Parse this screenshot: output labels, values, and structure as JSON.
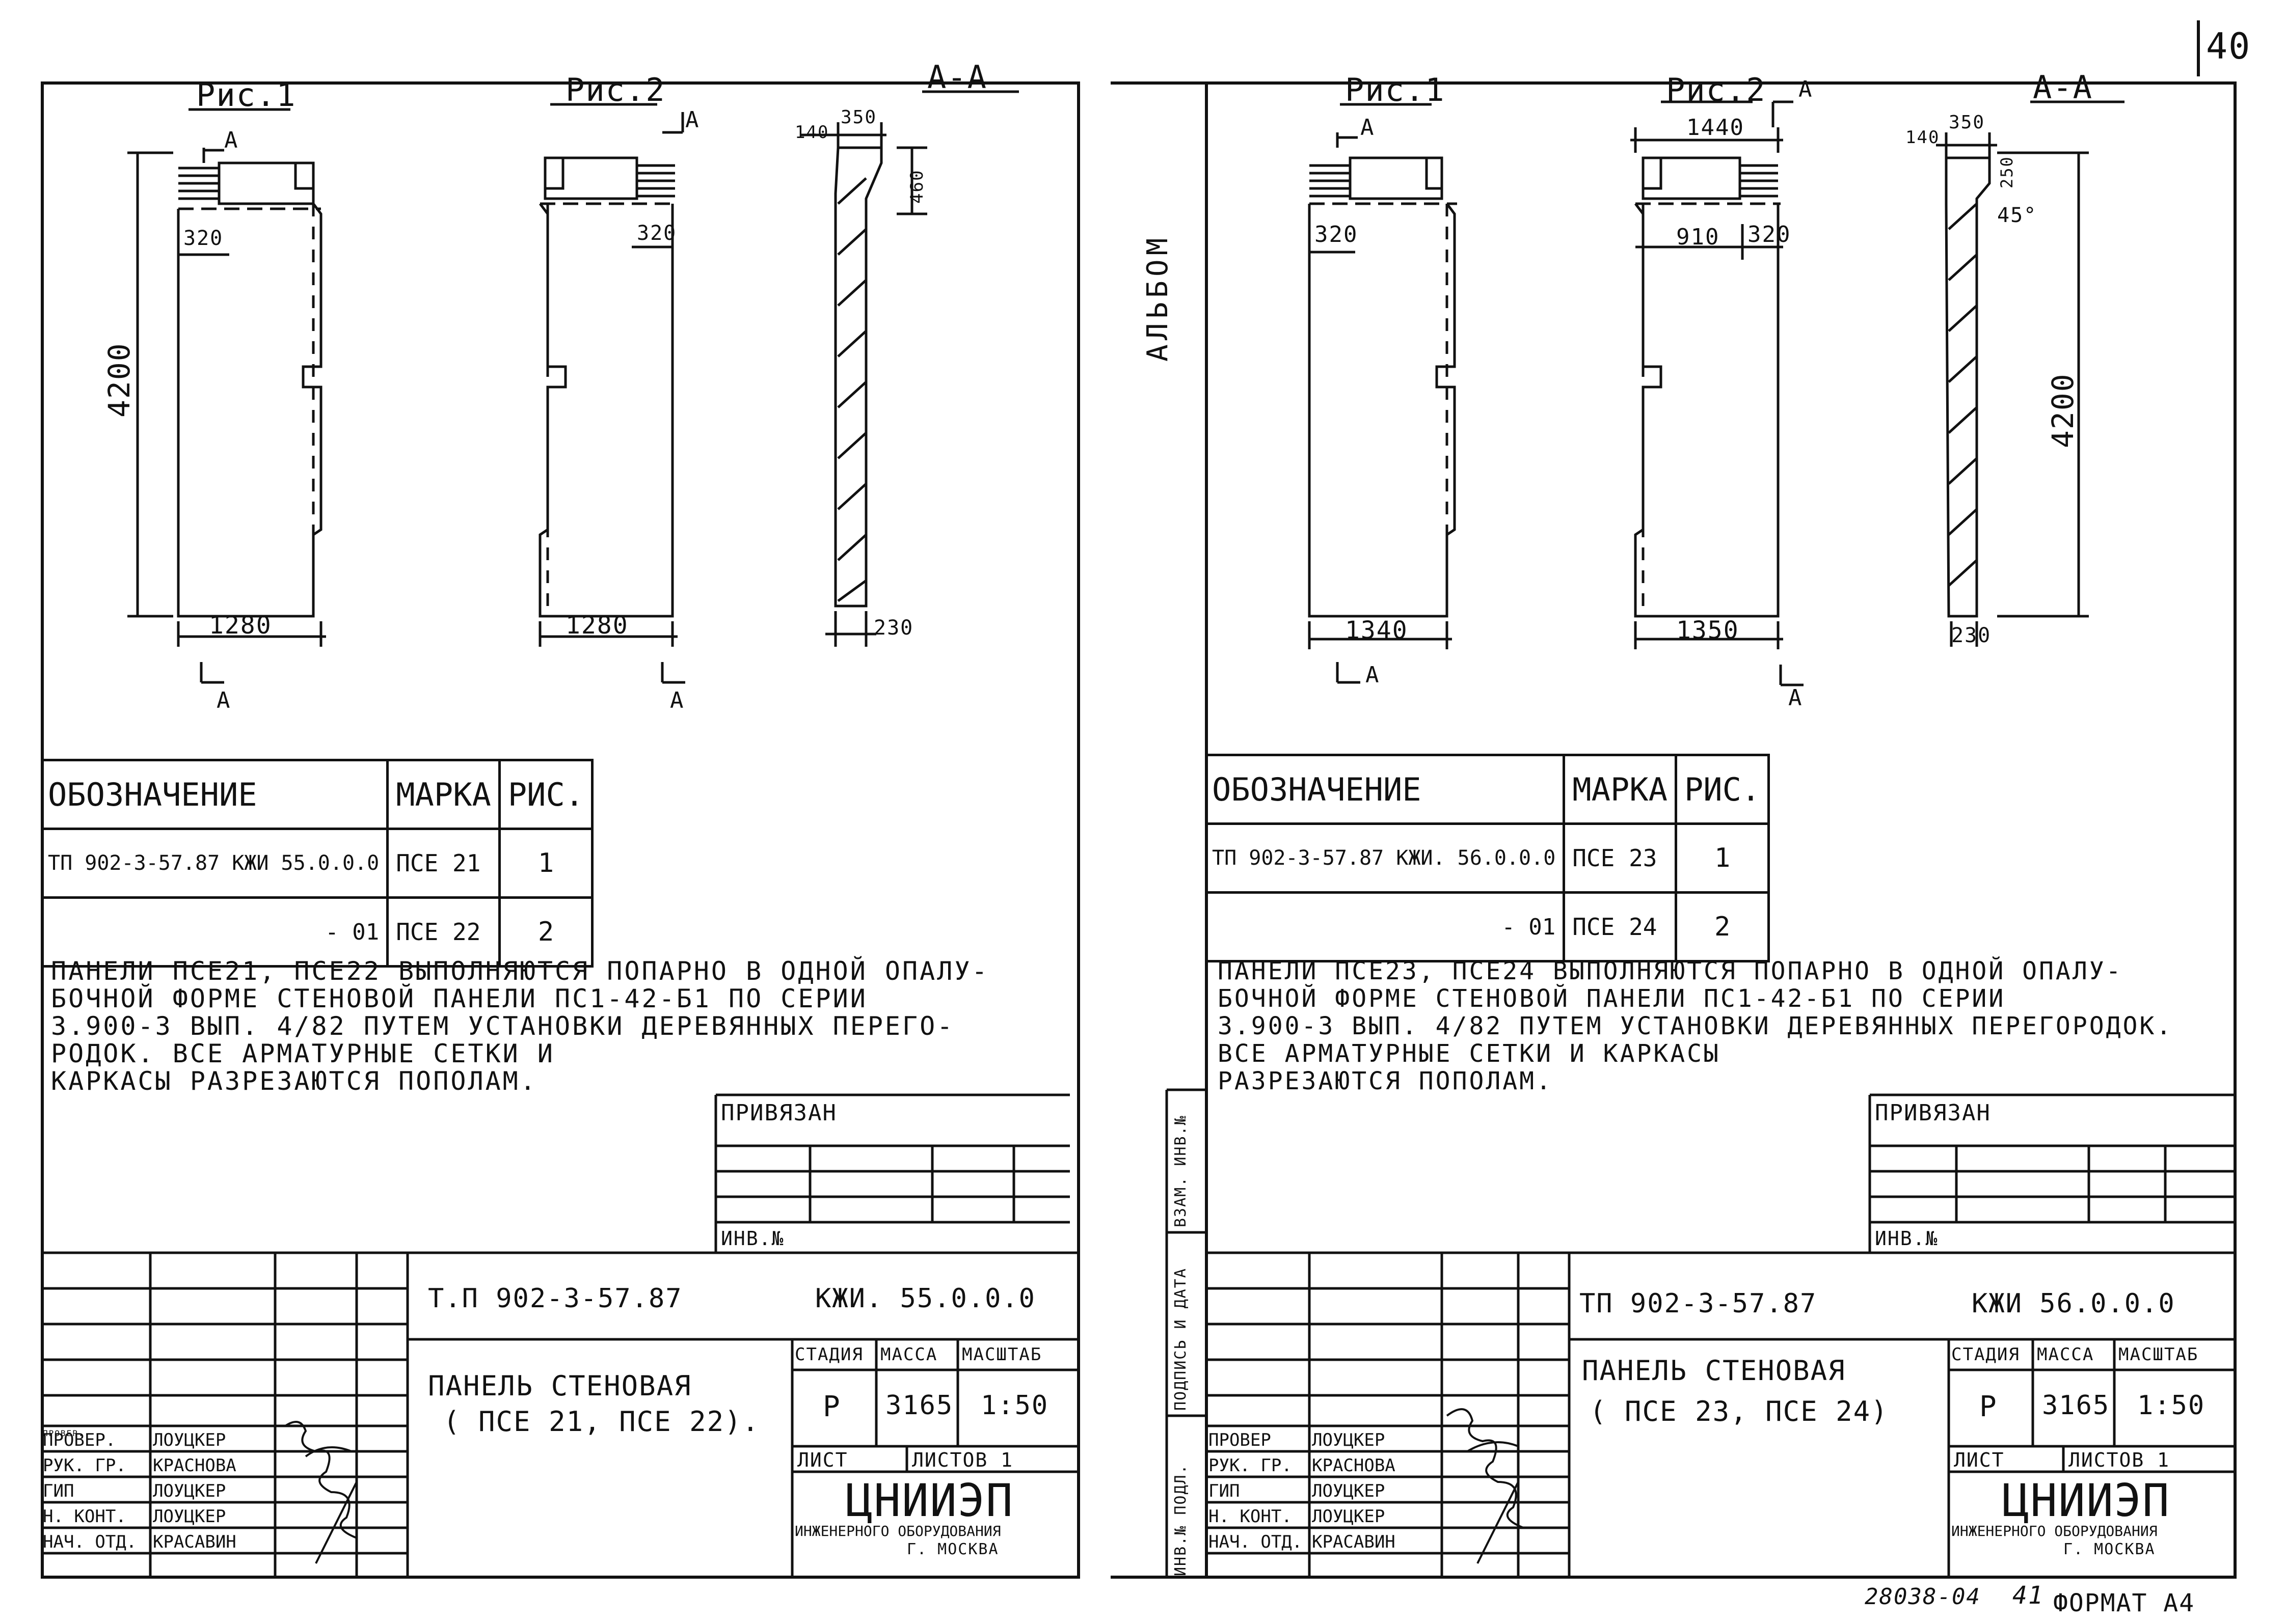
{
  "page_number": "40",
  "footer": {
    "code": "28038-04",
    "sheet_no": "41",
    "format": "ФОРМАТ А4"
  },
  "side_labels": {
    "album": "АЛЬБОМ",
    "vzam": "ВЗАМ. ИНВ.№",
    "podpis": "ПОДПИСЬ И ДАТА",
    "inv_podl": "ИНВ.№ ПОДЛ."
  },
  "left": {
    "fig1": "Рис.1",
    "fig2": "Рис.2",
    "section": "А-А",
    "dims": {
      "d320a": "320",
      "d320b": "320",
      "d4200": "4200",
      "d1280a": "1280",
      "d1280b": "1280",
      "d140": "140",
      "d350": "350",
      "d460": "460",
      "d230": "230"
    },
    "cut_labels": [
      "А",
      "А",
      "А",
      "А"
    ],
    "table": {
      "headers": [
        "ОБОЗНАЧЕНИЕ",
        "МАРКА",
        "РИС."
      ],
      "rows": [
        {
          "designation": "ТП 902-3-57.87 КЖИ 55.0.0.0",
          "mark": "ПСЕ 21",
          "fig": "1"
        },
        {
          "designation": "- 01",
          "mark": "ПСЕ 22",
          "fig": "2"
        }
      ]
    },
    "note": [
      "ПАНЕЛИ ПСЕ21, ПСЕ22 ВЫПОЛНЯЮТСЯ ПОПАРНО В ОДНОЙ ОПАЛУ-",
      "БОЧНОЙ ФОРМЕ СТЕНОВОЙ ПАНЕЛИ ПС1-42-Б1 ПО СЕРИИ",
      "3.900-3 ВЫП. 4/82 ПУТЕМ УСТАНОВКИ ДЕРЕВЯННЫХ ПЕРЕГО-",
      "РОДОК. ВСЕ АРМАТУРНЫЕ СЕТКИ И",
      "КАРКАСЫ РАЗРЕЗАЮТСЯ ПОПОЛАМ."
    ],
    "privyazan": "ПРИВЯЗАН",
    "inv_no": "ИНВ.№",
    "title_block": {
      "project": "Т.П 902-3-57.87",
      "code": "КЖИ. 55.0.0.0",
      "title_line1": "ПАНЕЛЬ СТЕНОВАЯ",
      "title_line2": "( ПСЕ 21, ПСЕ 22).",
      "stage_h": "СТАДИЯ",
      "mass_h": "МАССА",
      "scale_h": "МАСШТАБ",
      "stage": "Р",
      "mass": "3165",
      "scale": "1:50",
      "sheet": "ЛИСТ",
      "sheets": "ЛИСТОВ 1",
      "org": "ЦНИИЭП",
      "org2": "ИНЖЕНЕРНОГО ОБОРУДОВАНИЯ",
      "city": "Г. МОСКВА",
      "people": [
        {
          "role": "ПРОВЕР.",
          "name": "ЛОУЦКЕР"
        },
        {
          "role": "РУК. ГР.",
          "name": "КРАСНОВА"
        },
        {
          "role": "ГИП",
          "name": "ЛОУЦКЕР"
        },
        {
          "role": "Н. КОНТ.",
          "name": "ЛОУЦКЕР"
        },
        {
          "role": "НАЧ. ОТД.",
          "name": "КРАСАВИН"
        }
      ]
    }
  },
  "right": {
    "fig1": "Рис.1",
    "fig2": "Рис.2",
    "section": "А-А",
    "dims": {
      "d320a": "320",
      "d910": "910",
      "d320b": "320",
      "d1440": "1440",
      "d1340": "1340",
      "d1350": "1350",
      "d140": "140",
      "d350": "350",
      "d250": "250",
      "d45": "45°",
      "d4200": "4200",
      "d230": "230"
    },
    "cut_labels": [
      "А",
      "А",
      "А",
      "А"
    ],
    "table": {
      "headers": [
        "ОБОЗНАЧЕНИЕ",
        "МАРКА",
        "РИС."
      ],
      "rows": [
        {
          "designation": "ТП 902-3-57.87 КЖИ. 56.0.0.0",
          "mark": "ПСЕ 23",
          "fig": "1"
        },
        {
          "designation": "- 01",
          "mark": "ПСЕ 24",
          "fig": "2"
        }
      ]
    },
    "note": [
      "ПАНЕЛИ ПСЕ23, ПСЕ24 ВЫПОЛНЯЮТСЯ ПОПАРНО В ОДНОЙ ОПАЛУ-",
      "БОЧНОЙ ФОРМЕ СТЕНОВОЙ ПАНЕЛИ ПС1-42-Б1 ПО СЕРИИ",
      "3.900-3 ВЫП. 4/82 ПУТЕМ УСТАНОВКИ ДЕРЕВЯННЫХ ПЕРЕГОРОДОК.",
      "ВСЕ АРМАТУРНЫЕ СЕТКИ И КАРКАСЫ",
      "РАЗРЕЗАЮТСЯ ПОПОЛАМ."
    ],
    "privyazan": "ПРИВЯЗАН",
    "inv_no": "ИНВ.№",
    "title_block": {
      "project": "ТП 902-3-57.87",
      "code": "КЖИ 56.0.0.0",
      "title_line1": "ПАНЕЛЬ СТЕНОВАЯ",
      "title_line2": "( ПСЕ 23, ПСЕ 24)",
      "stage_h": "СТАДИЯ",
      "mass_h": "МАССА",
      "scale_h": "МАСШТАБ",
      "stage": "Р",
      "mass": "3165",
      "scale": "1:50",
      "sheet": "ЛИСТ",
      "sheets": "ЛИСТОВ 1",
      "org": "ЦНИИЭП",
      "org2": "ИНЖЕНЕРНОГО ОБОРУДОВАНИЯ",
      "city": "Г. МОСКВА",
      "people": [
        {
          "role": "ПРОВЕР",
          "name": "ЛОУЦКЕР"
        },
        {
          "role": "РУК. ГР.",
          "name": "КРАСНОВА"
        },
        {
          "role": "ГИП",
          "name": "ЛОУЦКЕР"
        },
        {
          "role": "Н. КОНТ.",
          "name": "ЛОУЦКЕР"
        },
        {
          "role": "НАЧ. ОТД.",
          "name": "КРАСАВИН"
        }
      ]
    }
  }
}
